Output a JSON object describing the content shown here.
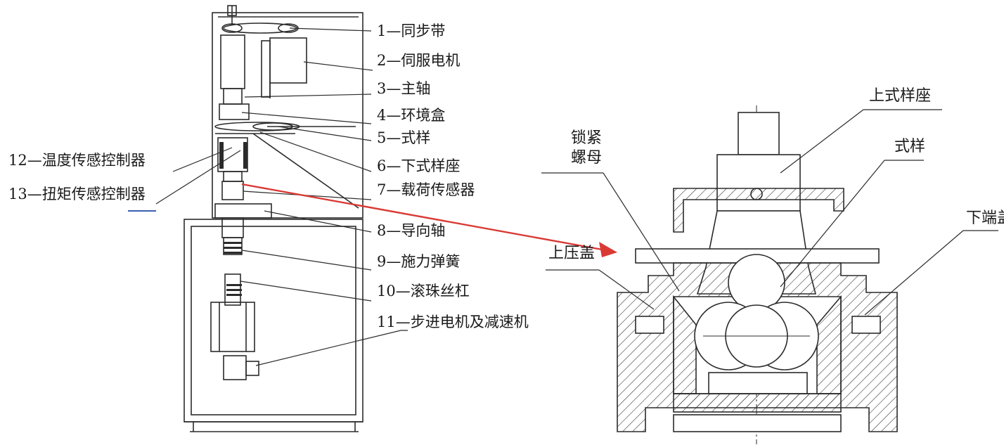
{
  "machine": {
    "parts": [
      {
        "num": "1",
        "name": "同步带"
      },
      {
        "num": "2",
        "name": "伺服电机"
      },
      {
        "num": "3",
        "name": "主轴"
      },
      {
        "num": "4",
        "name": "环境盒"
      },
      {
        "num": "5",
        "name": "式样"
      },
      {
        "num": "6",
        "name": "下式样座"
      },
      {
        "num": "7",
        "name": "载荷传感器"
      },
      {
        "num": "8",
        "name": "导向轴"
      },
      {
        "num": "9",
        "name": "施力弹簧"
      },
      {
        "num": "10",
        "name": "滚珠丝杠"
      },
      {
        "num": "11",
        "name": "步进电机及减速机"
      },
      {
        "num": "12",
        "name": "温度传感控制器"
      },
      {
        "num": "13",
        "name": "扭矩传感控制器"
      }
    ],
    "separator": "—"
  },
  "detail": {
    "labels": {
      "upper_seat": "上式样座",
      "lock_nut_1": "锁紧",
      "lock_nut_2": "螺母",
      "specimen": "式样",
      "lower_cap": "下端盖",
      "upper_gland": "上压盖"
    }
  },
  "colors": {
    "line": "#2b2b2b",
    "arrow": "#d93a34",
    "underline": "#3a5fb0"
  }
}
